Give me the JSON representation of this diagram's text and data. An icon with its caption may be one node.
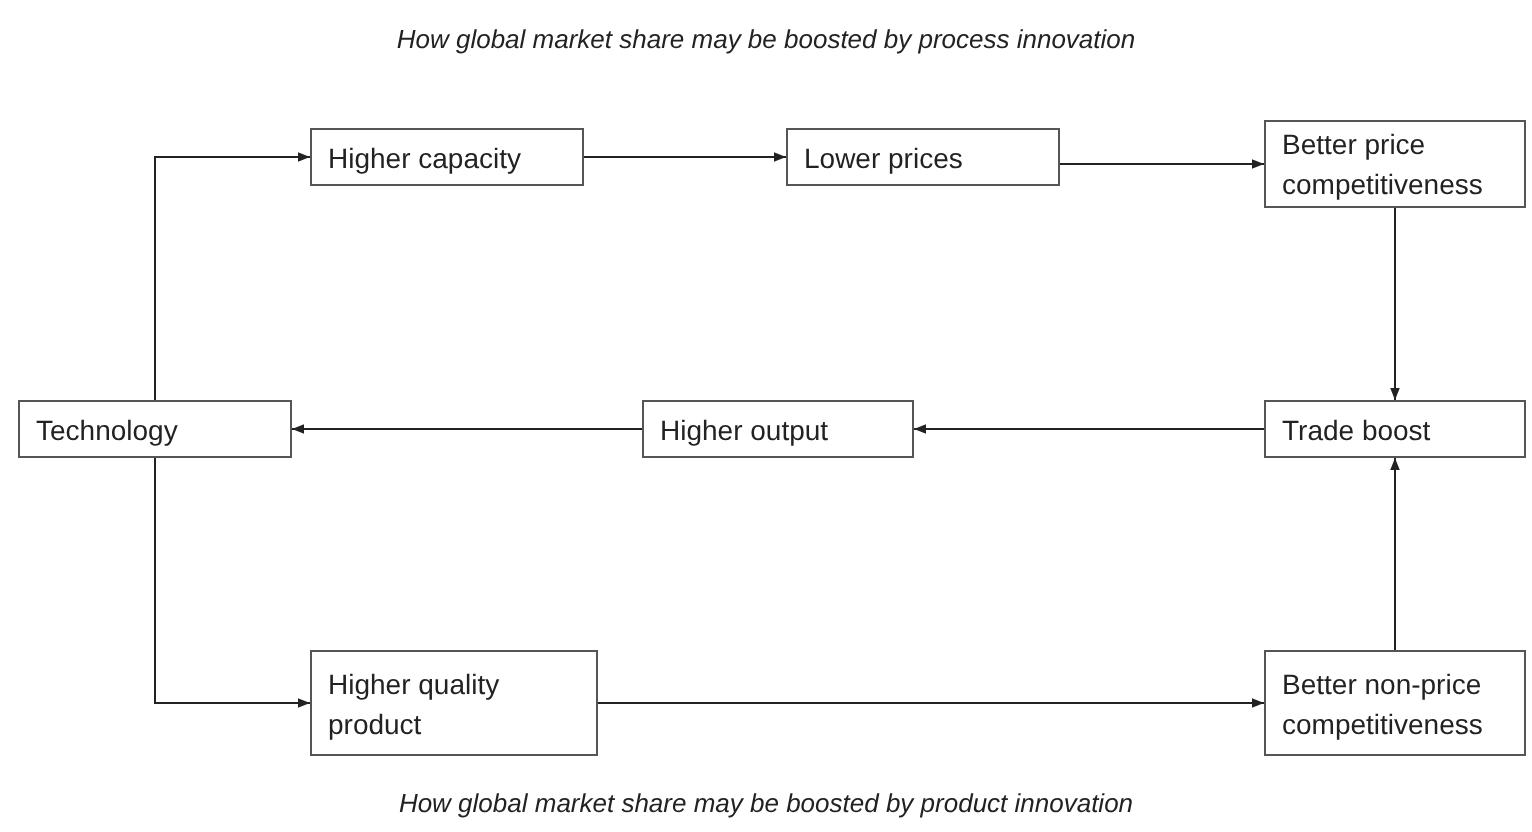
{
  "diagram": {
    "title": "How global market share may be boosted by process innovation",
    "caption": "How global market share may be boosted by product innovation",
    "nodes": [
      {
        "text": [
          "Technology"
        ]
      },
      {
        "text": [
          "Higher capacity"
        ]
      },
      {
        "text": [
          "Lower prices"
        ]
      },
      {
        "text": [
          "Better price competitiveness"
        ]
      },
      {
        "text": [
          "Trade boost"
        ]
      },
      {
        "text": [
          "Higher output"
        ]
      },
      {
        "text": [
          "Higher quality product"
        ]
      },
      {
        "text": [
          "Better non-price competitiveness"
        ]
      }
    ],
    "edges": [
      {
        "from": 0,
        "to": 1,
        "arrow": "to"
      },
      {
        "from": 1,
        "to": 2,
        "arrow": "to"
      },
      {
        "from": 2,
        "to": 3,
        "arrow": "to"
      },
      {
        "from": 3,
        "to": 4,
        "arrow": "to"
      },
      {
        "from": 4,
        "to": 5,
        "arrow": "to"
      },
      {
        "from": 5,
        "to": 0,
        "arrow": "to"
      },
      {
        "from": 0,
        "to": 6,
        "arrow": "to"
      },
      {
        "from": 6,
        "to": 7,
        "arrow": "to"
      },
      {
        "from": 7,
        "to": 4,
        "arrow": "to"
      }
    ]
  }
}
